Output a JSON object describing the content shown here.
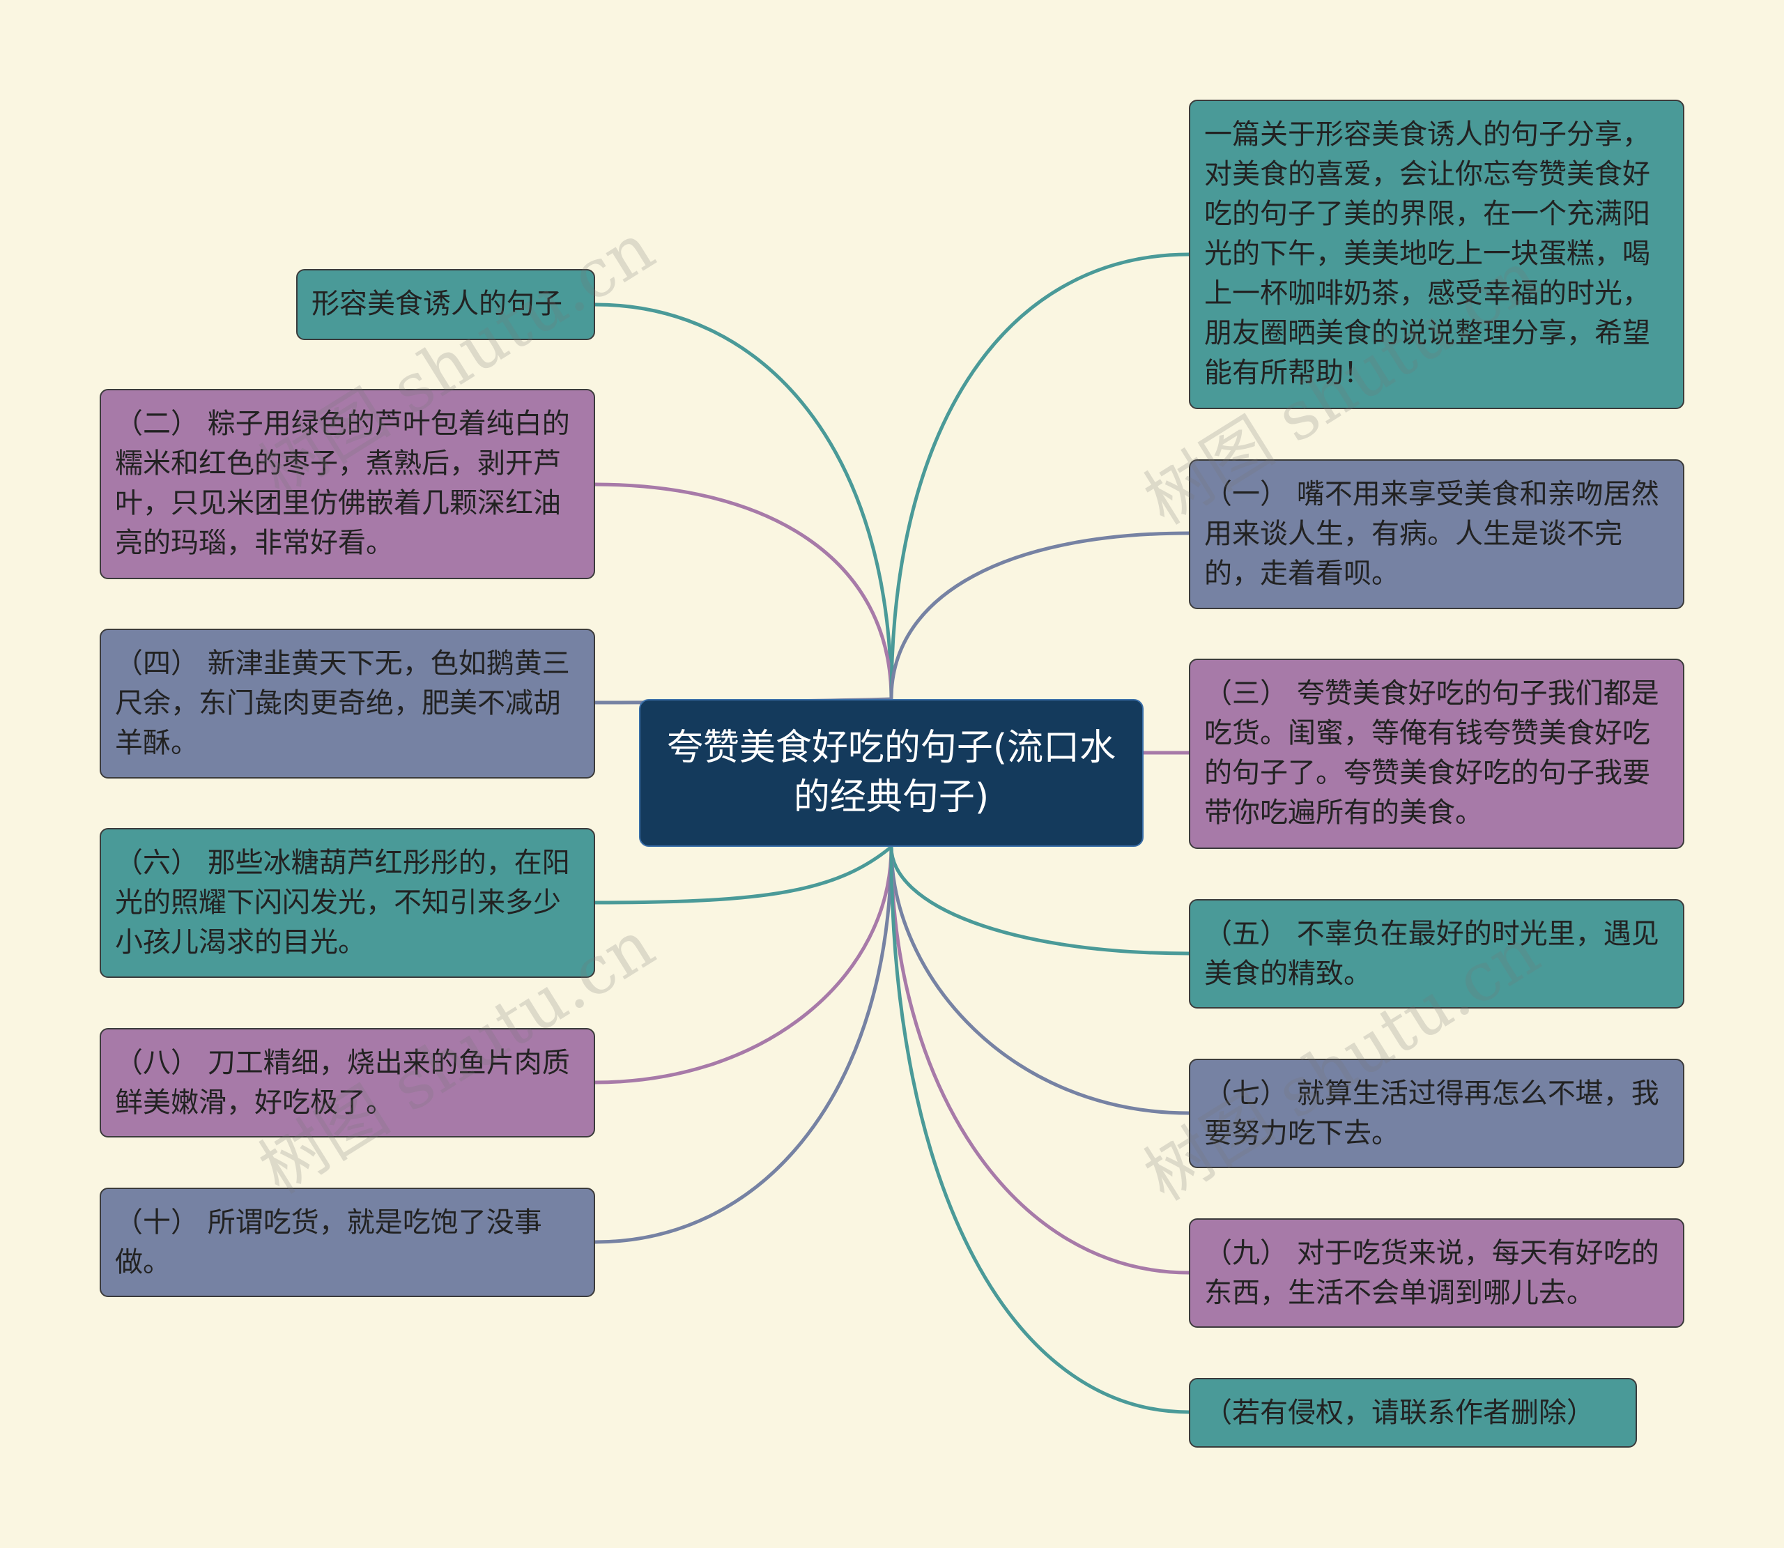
{
  "colors": {
    "background": "#faf6e1",
    "center": "#143a5c",
    "teal": "#4a9a98",
    "purple": "#a77aa8",
    "slate": "#7682a3"
  },
  "center": {
    "title": "夸赞美食好吃的句子(流口水的经典句子)"
  },
  "left_nodes": [
    {
      "text": "形容美食诱人的句子"
    },
    {
      "text": "（二） 粽子用绿色的芦叶包着纯白的糯米和红色的枣子，煮熟后，剥开芦叶，只见米团里仿佛嵌着几颗深红油亮的玛瑙，非常好看。"
    },
    {
      "text": "（四） 新津韭黄天下无，色如鹅黄三尺余，东门彘肉更奇绝，肥美不减胡羊酥。"
    },
    {
      "text": "（六） 那些冰糖葫芦红彤彤的，在阳光的照耀下闪闪发光，不知引来多少小孩儿渴求的目光。"
    },
    {
      "text": "（八） 刀工精细，烧出来的鱼片肉质鲜美嫩滑，好吃极了。"
    },
    {
      "text": "（十） 所谓吃货，就是吃饱了没事做。"
    }
  ],
  "right_nodes": [
    {
      "text": "一篇关于形容美食诱人的句子分享，对美食的喜爱，会让你忘夸赞美食好吃的句子了美的界限，在一个充满阳光的下午，美美地吃上一块蛋糕，喝上一杯咖啡奶茶，感受幸福的时光，朋友圈晒美食的说说整理分享，希望能有所帮助！"
    },
    {
      "text": "（一） 嘴不用来享受美食和亲吻居然用来谈人生，有病。人生是谈不完的，走着看呗。"
    },
    {
      "text": "（三） 夸赞美食好吃的句子我们都是吃货。闺蜜，等俺有钱夸赞美食好吃的句子了。夸赞美食好吃的句子我要带你吃遍所有的美食。"
    },
    {
      "text": "（五） 不辜负在最好的时光里，遇见美食的精致。"
    },
    {
      "text": "（七） 就算生活过得再怎么不堪，我要努力吃下去。"
    },
    {
      "text": "（九） 对于吃货来说，每天有好吃的东西，生活不会单调到哪儿去。"
    },
    {
      "text": "（若有侵权，请联系作者删除）"
    }
  ],
  "watermark": {
    "text": "树图 shutu.cn"
  }
}
